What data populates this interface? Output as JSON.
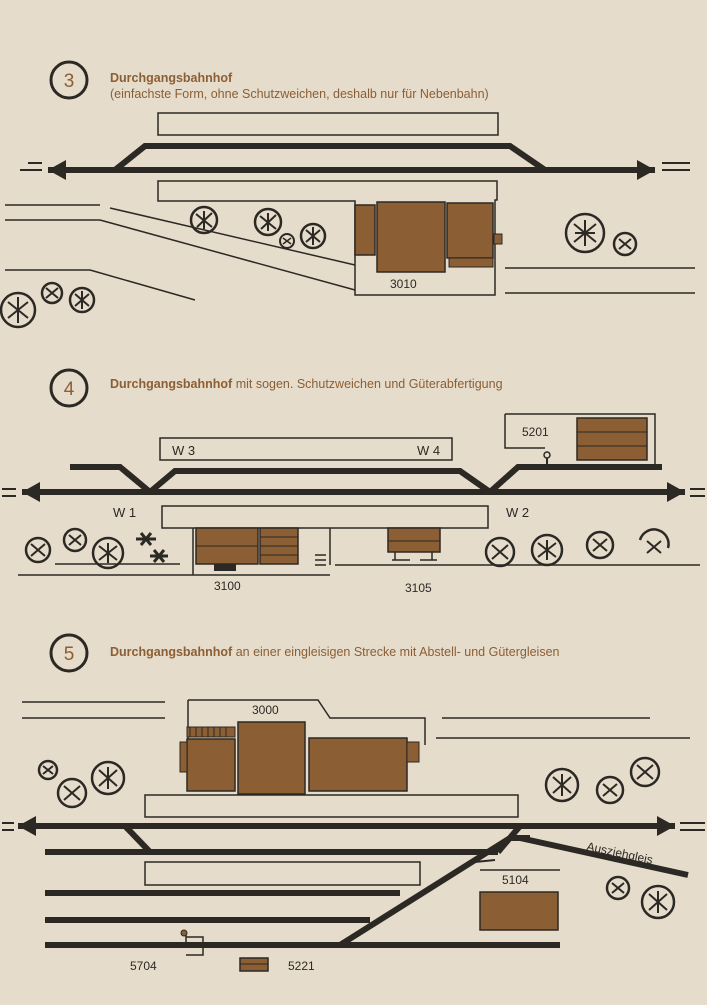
{
  "colors": {
    "background": "#e6dccb",
    "track": "#2c2925",
    "building": "#8b5e34",
    "accent": "#8b5e34",
    "text": "#2c2925"
  },
  "sections": [
    {
      "number": "3",
      "title": "Durchgangsbahnhof",
      "subtitle": "(einfachste Form, ohne Schutzweichen, deshalb nur für Nebenbahn)",
      "labels": {
        "building": "3010"
      }
    },
    {
      "number": "4",
      "title": "Durchgangsbahnhof",
      "subtitle": " mit sogen. Schutzweichen und Güterabfertigung",
      "labels": {
        "w3": "W 3",
        "w4": "W 4",
        "w1": "W 1",
        "w2": "W 2",
        "b5201": "5201",
        "b3100": "3100",
        "b3105": "3105"
      }
    },
    {
      "number": "5",
      "title": "Durchgangsbahnhof",
      "subtitle": " an einer eingleisigen Strecke mit Abstell- und Gütergleisen",
      "labels": {
        "b3000": "3000",
        "auszieh": "Ausziehgleis",
        "b5104": "5104",
        "b5704": "5704",
        "b5221": "5221"
      }
    }
  ]
}
